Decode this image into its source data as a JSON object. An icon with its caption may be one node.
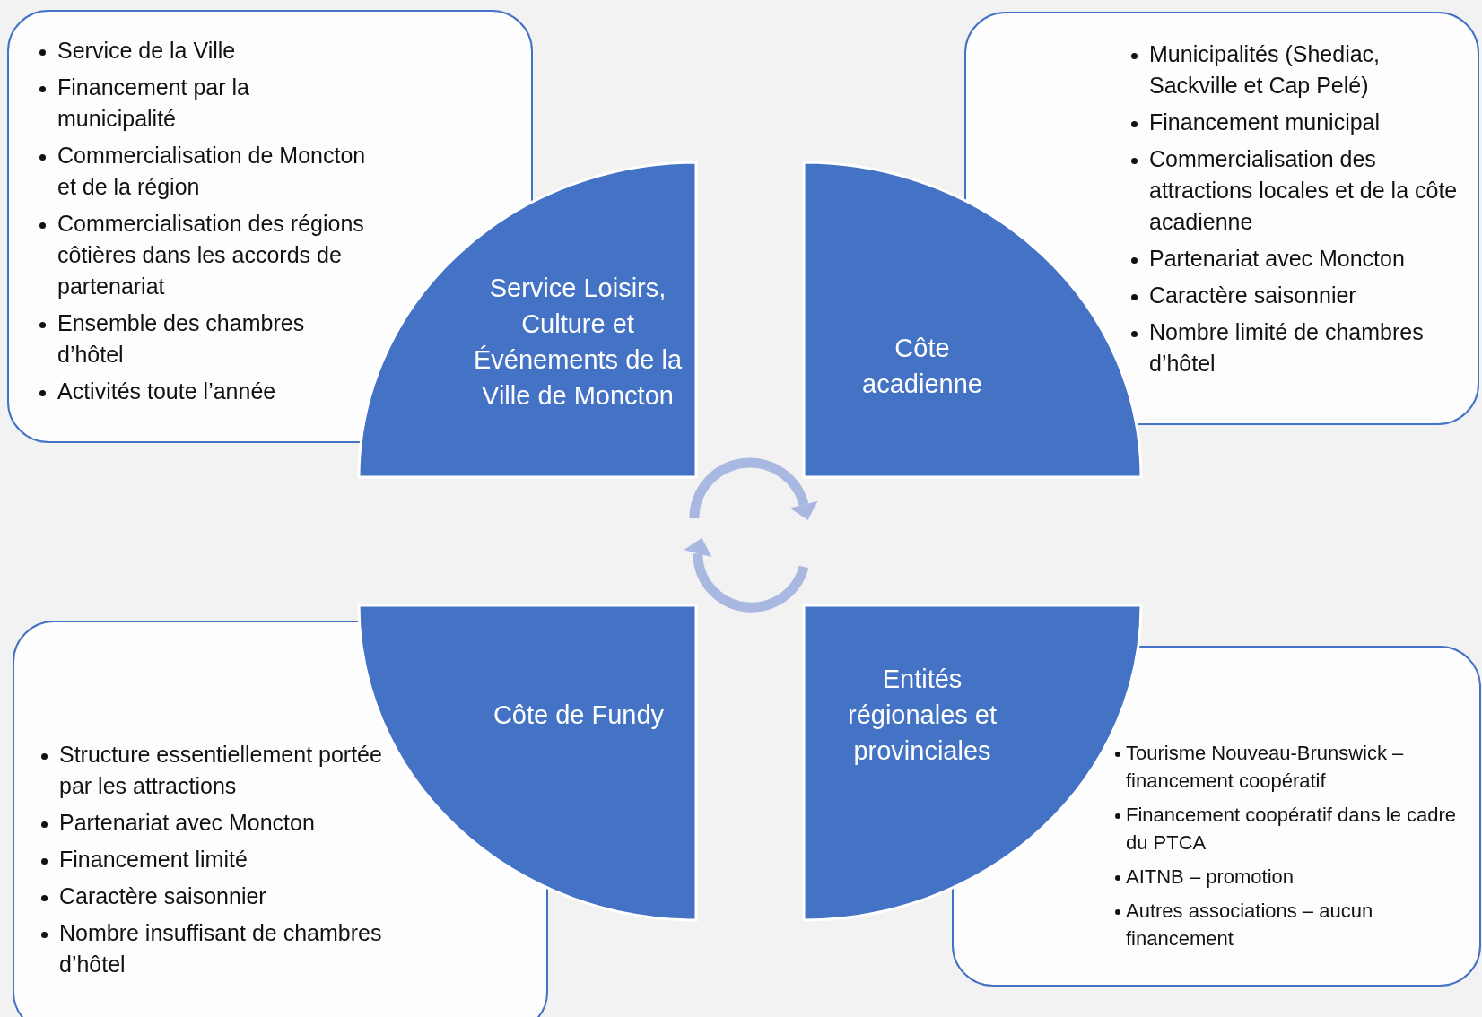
{
  "diagram": {
    "nodes": [
      {
        "text": [
          "Service de la Ville",
          "Financement par la municipalité",
          "Commercialisation de Moncton et de la région",
          "Commercialisation des régions côtières dans les accords de partenariat",
          "Ensemble des chambres d’hôtel",
          "Activités toute l’année"
        ]
      },
      {
        "text": [
          "Service Loisirs, Culture et Événements de la Ville de Moncton"
        ]
      },
      {
        "text": [
          "Côte acadienne"
        ]
      },
      {
        "text": [
          "Municipalités (Shediac, Sackville et Cap Pelé)",
          "Financement municipal",
          "Commercialisation des attractions locales et de la côte acadienne",
          "Partenariat avec Moncton",
          "Caractère saisonnier",
          "Nombre limité de chambres d’hôtel"
        ]
      },
      {
        "text": [
          "Structure essentiellement portée par les attractions",
          "Partenariat avec Moncton",
          "Financement limité",
          "Caractère saisonnier",
          "Nombre insuffisant de chambres d’hôtel"
        ]
      },
      {
        "text": [
          "Côte de Fundy"
        ]
      },
      {
        "text": [
          "Entités régionales et provinciales"
        ]
      },
      {
        "text": [
          "Tourisme Nouveau-Brunswick – financement coopératif",
          "Financement coopératif dans le cadre du PTCA",
          "AITNB – promotion",
          "Autres associations – aucun financement"
        ]
      }
    ]
  }
}
